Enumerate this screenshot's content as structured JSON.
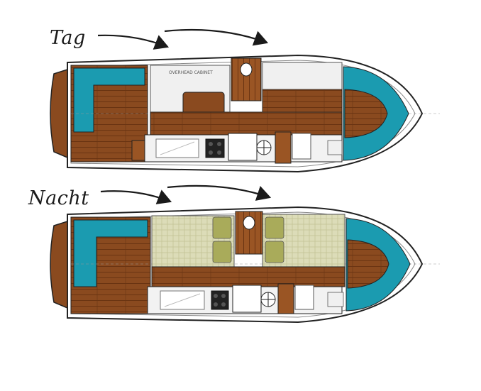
{
  "labels": {
    "day": "Tag",
    "night": "Nacht",
    "overhead_cabinet": "OVERHEAD CABINET"
  },
  "colors": {
    "wood": "#8a4a1f",
    "wood_light": "#b0652d",
    "cushion": "#1b9bb0",
    "bed": "#d9d9b6",
    "pillow": "#a9ab5a",
    "counter": "#f2f2f2",
    "hull": "#ffffff",
    "outline": "#222222"
  },
  "icons": [
    "arrow-right-icon",
    "toilet-icon",
    "sink-icon",
    "stove-icon",
    "compass-icon"
  ]
}
